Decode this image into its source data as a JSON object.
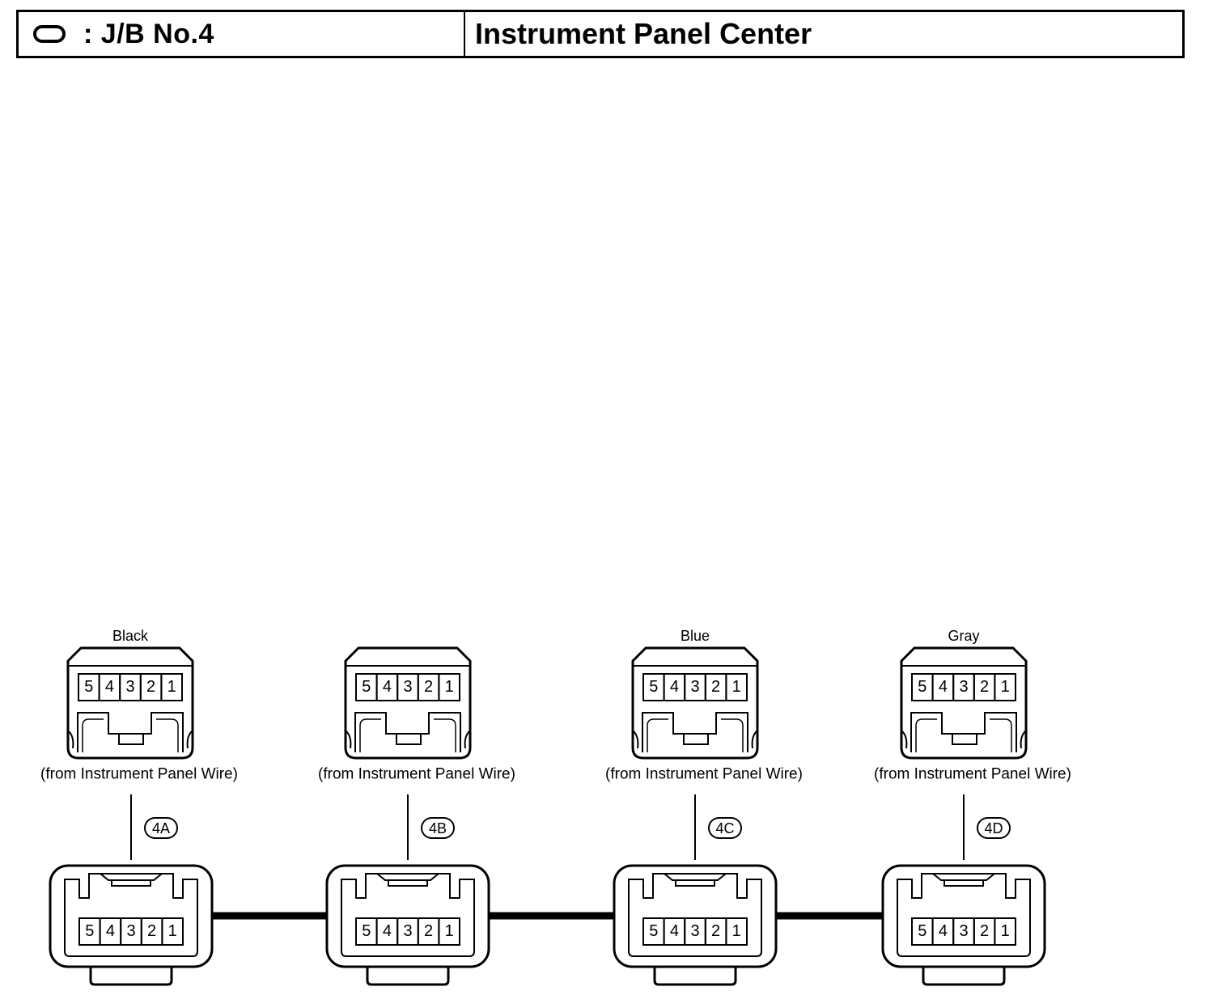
{
  "header": {
    "oval_icon": "oval-symbol-icon",
    "prefix": ":",
    "title": "J/B No.4",
    "location": "Instrument Panel Center"
  },
  "connectors": [
    {
      "code": "4A",
      "color": "Black",
      "source": "(from Instrument Panel Wire)",
      "top_pins": [
        "5",
        "4",
        "3",
        "2",
        "1"
      ],
      "bottom_pins": [
        "5",
        "4",
        "3",
        "2",
        "1"
      ]
    },
    {
      "code": "4B",
      "color": "",
      "source": "(from Instrument Panel Wire)",
      "top_pins": [
        "5",
        "4",
        "3",
        "2",
        "1"
      ],
      "bottom_pins": [
        "5",
        "4",
        "3",
        "2",
        "1"
      ]
    },
    {
      "code": "4C",
      "color": "Blue",
      "source": "(from Instrument Panel Wire)",
      "top_pins": [
        "5",
        "4",
        "3",
        "2",
        "1"
      ],
      "bottom_pins": [
        "5",
        "4",
        "3",
        "2",
        "1"
      ]
    },
    {
      "code": "4D",
      "color": "Gray",
      "source": "(from Instrument Panel Wire)",
      "top_pins": [
        "5",
        "4",
        "3",
        "2",
        "1"
      ],
      "bottom_pins": [
        "5",
        "4",
        "3",
        "2",
        "1"
      ]
    }
  ]
}
